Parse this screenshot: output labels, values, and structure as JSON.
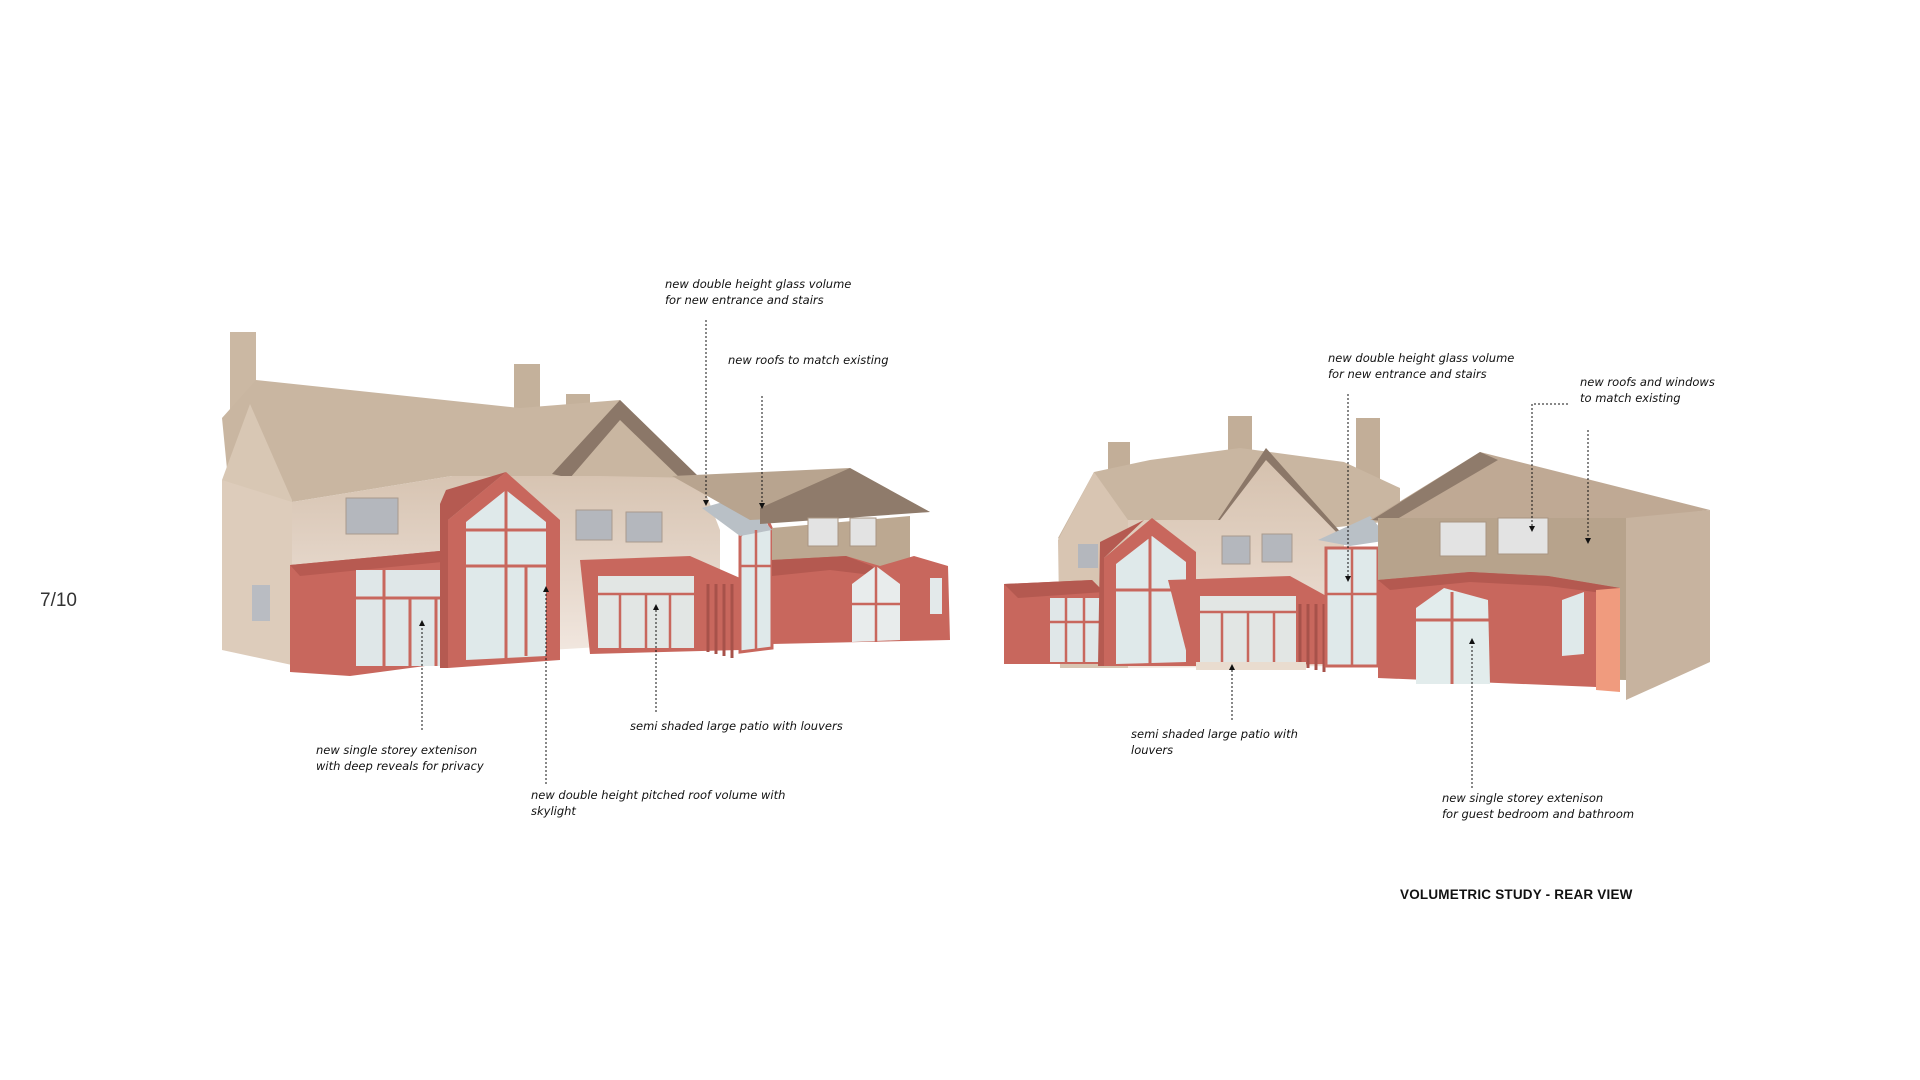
{
  "page": {
    "number": "7/10"
  },
  "view_title": "VOLUMETRIC STUDY - REAR VIEW",
  "colors": {
    "roof": "#c9b8a3",
    "wall_light": "#e7d6c9",
    "wall_dark": "#b9a891",
    "extension": "#c8675d",
    "extension_dark": "#a7524a",
    "extension_highlight": "#f09b7e",
    "glass": "#dfe9ea"
  },
  "left_view": {
    "annotations": [
      {
        "id": "glass-volume",
        "lines": [
          "new double height glass volume",
          "for new entrance and stairs"
        ]
      },
      {
        "id": "roofs-match",
        "lines": [
          "new roofs to match existing"
        ]
      },
      {
        "id": "patio",
        "lines": [
          "semi shaded large patio with louvers"
        ]
      },
      {
        "id": "single-storey",
        "lines": [
          "new single storey extenison",
          "with deep reveals for privacy"
        ]
      },
      {
        "id": "pitched-volume",
        "lines": [
          "new double height pitched roof volume with",
          "skylight"
        ]
      }
    ]
  },
  "right_view": {
    "annotations": [
      {
        "id": "glass-volume",
        "lines": [
          "new double height glass volume",
          "for new entrance and stairs"
        ]
      },
      {
        "id": "roofs-windows",
        "lines": [
          "new roofs and windows",
          "to match existing"
        ]
      },
      {
        "id": "patio",
        "lines": [
          "semi shaded large patio with",
          "louvers"
        ]
      },
      {
        "id": "single-storey",
        "lines": [
          "new single storey extenison",
          "for guest bedroom and bathroom"
        ]
      }
    ]
  }
}
